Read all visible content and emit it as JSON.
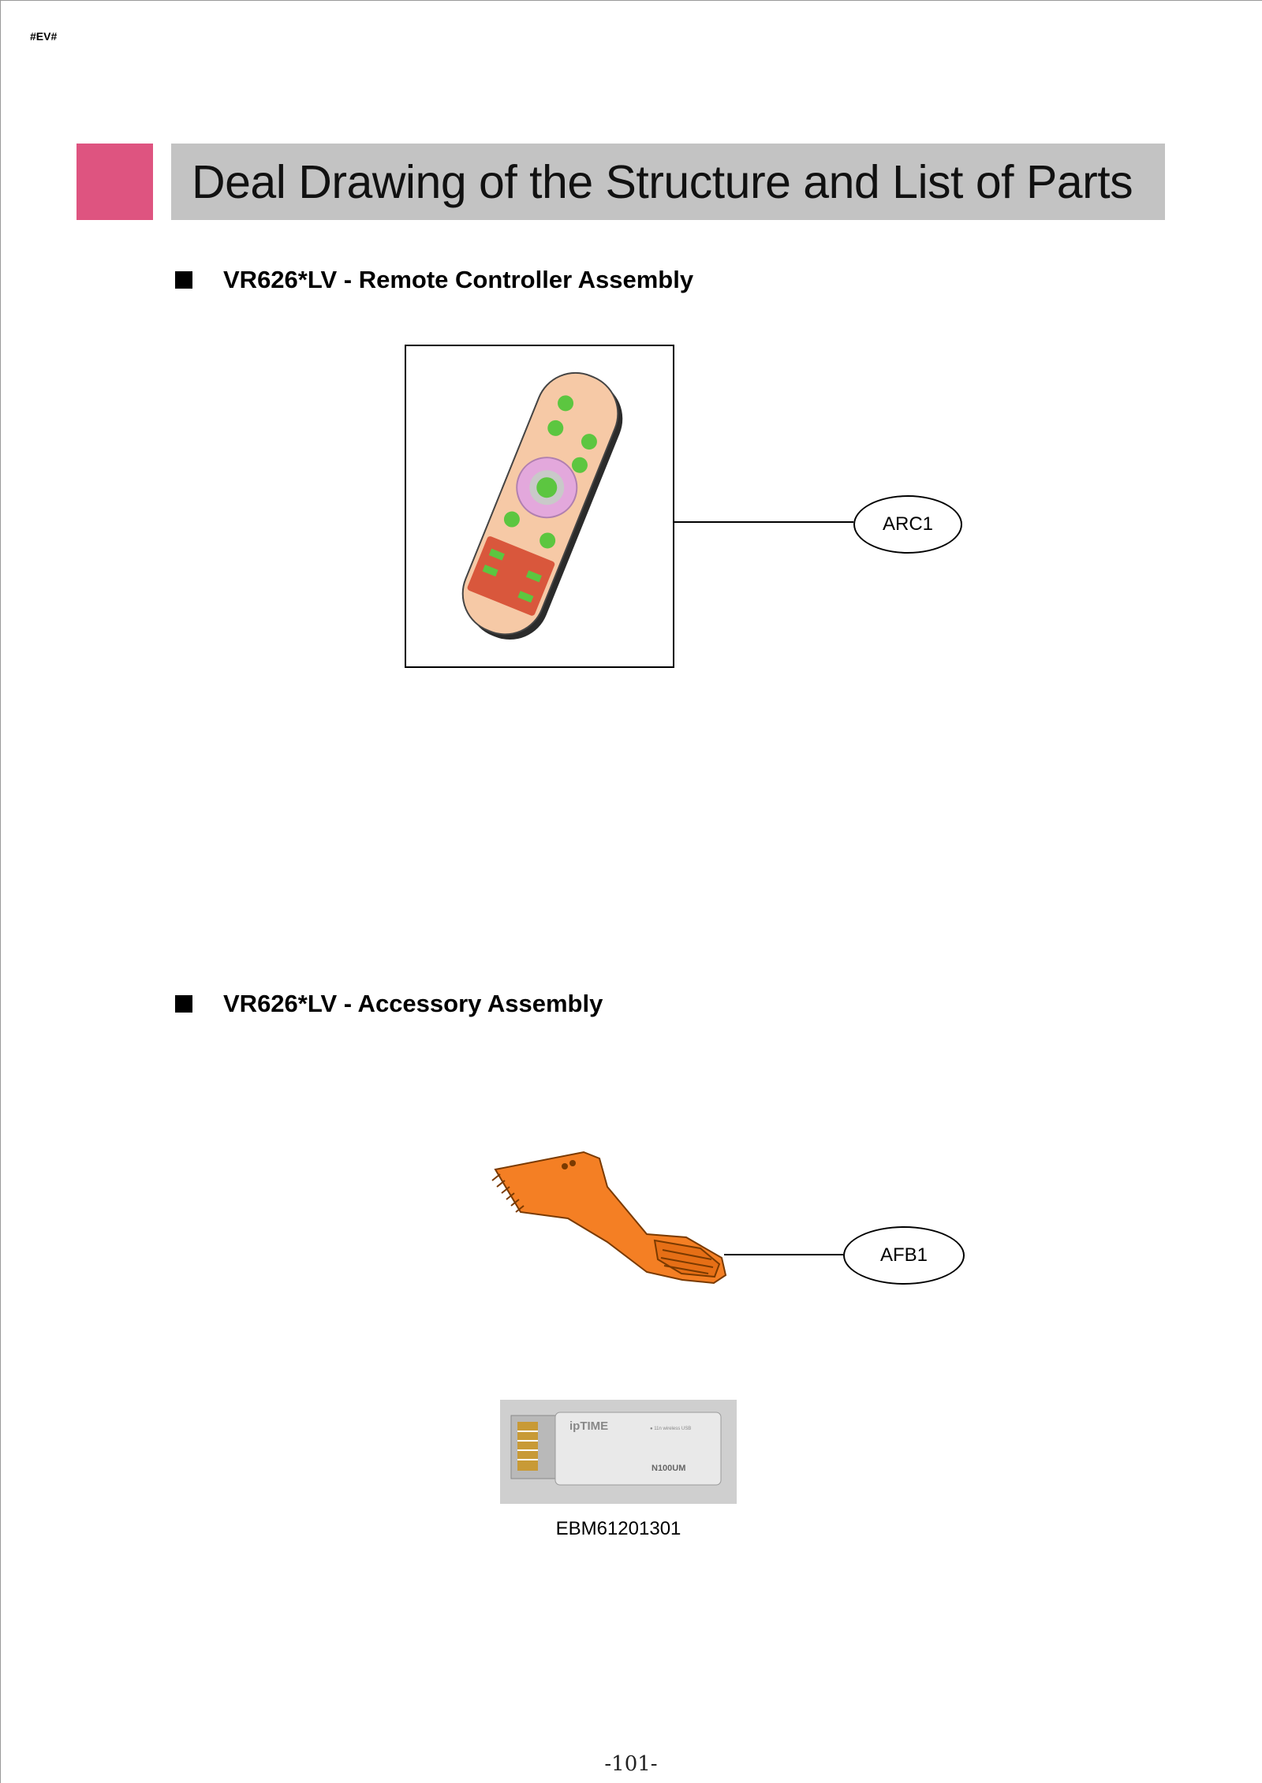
{
  "doc_tag": "#EV#",
  "header": {
    "title": "Deal Drawing of the Structure and List of Parts",
    "accent_color": "#de5480",
    "bar_color": "#c3c3c3"
  },
  "sections": [
    {
      "heading": "VR626*LV - Remote Controller Assembly",
      "callout": "ARC1"
    },
    {
      "heading": "VR626*LV - Accessory Assembly",
      "callout": "AFB1"
    }
  ],
  "remote_colors": {
    "body": "#f6c9a6",
    "buttons": "#5cc640",
    "panel": "#d9573c",
    "dial": "#e3a8dc"
  },
  "brush_color": "#f47f24",
  "dongle": {
    "brand": "ipTIME",
    "small_text": "● 11n wireless USB",
    "model": "N100UM",
    "part_number": "EBM61201301"
  },
  "page_number": "-101-"
}
